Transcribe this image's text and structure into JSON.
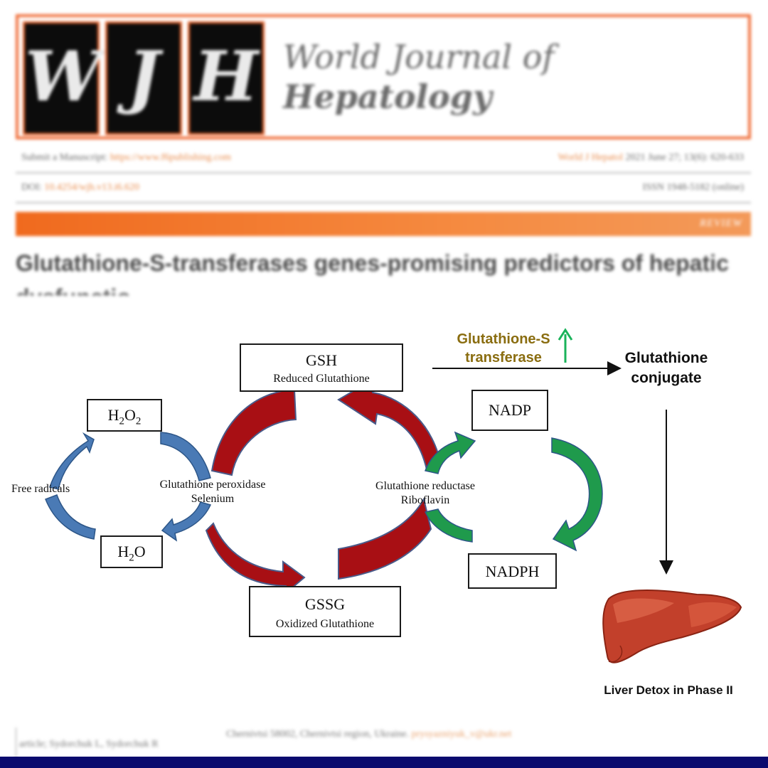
{
  "journal": {
    "logo_letters": [
      "W",
      "J",
      "H"
    ],
    "name_line1": "World Journal of",
    "name_line2": "Hepatology",
    "submit_label": "Submit a Manuscript:",
    "submit_url": "https://www.f6publishing.com",
    "citation_journal": "World J Hepatol",
    "citation_rest": "2021 June 27; 13(6): 620-633",
    "doi_label": "DOI:",
    "doi_value": "10.4254/wjh.v13.i6.620",
    "issn": "ISSN 1948-5182 (online)",
    "section": "REVIEW",
    "article_title": "Glutathione-S-transferases genes-promising predictors of hepatic",
    "article_title_fragment": "dysfunction"
  },
  "diagram": {
    "gsh": {
      "main": "GSH",
      "sub": "Reduced Glutathione"
    },
    "gssg": {
      "main": "GSSG",
      "sub": "Oxidized Glutathione"
    },
    "h2o2": {
      "base": "H",
      "sub1": "2",
      "mid": "O",
      "sub2": "2"
    },
    "h2o": {
      "base": "H",
      "sub1": "2",
      "mid": "O"
    },
    "nadp": "NADP",
    "nadph": "NADPH",
    "free_radicals": "Free radicals",
    "peroxidase_line1": "Glutathione peroxidase",
    "peroxidase_line2": "Selenium",
    "reductase_line1": "Glutathione reductase",
    "reductase_line2": "Riboflavin",
    "gst_line1": "Glutathione-S",
    "gst_line2": "transferase",
    "conjugate_line1": "Glutathione",
    "conjugate_line2": "conjugate",
    "liver_caption": "Liver Detox in Phase II",
    "colors": {
      "blue": "#4a7ab5",
      "red": "#a80f14",
      "green": "#1f9a4c",
      "gold": "#8a6d10",
      "up_arrow": "#1ab35a"
    }
  },
  "footer": {
    "left_text": "article; Sydorchuk L, Sydorchuk R",
    "right_text": "Chernivtsi 58002, Chernivtsi region, Ukraine.",
    "email": "prysyazniyuk_v@ukr.net"
  }
}
